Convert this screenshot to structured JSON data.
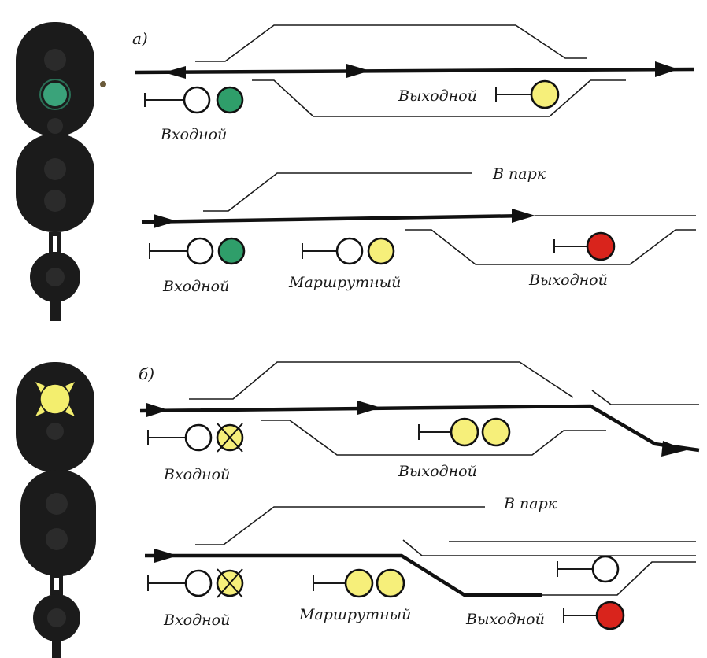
{
  "colors": {
    "green": "#2f9e6a",
    "yellow": "#f6ef7a",
    "red": "#d9241c",
    "signal_body": "#1b1b1b",
    "lens_dark": "#2b2b2b",
    "green_lens": "#3aa37a",
    "yellow_lens": "#f3ee6e"
  },
  "section_a": {
    "label": "а)",
    "diagram1": {
      "entry_label": "Входной",
      "exit_label": "Выходной",
      "entry_aspect": [
        "white-off",
        "green"
      ],
      "exit_aspect": [
        "yellow"
      ]
    },
    "diagram2": {
      "park_label": "В парк",
      "entry_label": "Входной",
      "route_label": "Маршрутный",
      "exit_label": "Выходной",
      "entry_aspect": [
        "white-off",
        "green"
      ],
      "route_aspect": [
        "white-off",
        "yellow"
      ],
      "exit_aspect": [
        "red"
      ]
    },
    "signal_head": {
      "upper_lights": [
        "dark",
        "green",
        "dark"
      ],
      "middle_lights": [
        "dark",
        "dark"
      ],
      "lower_lights": [
        "dark"
      ]
    }
  },
  "section_b": {
    "label": "б)",
    "diagram1": {
      "entry_label": "Входной",
      "exit_label": "Выходной",
      "entry_aspect": [
        "white-off",
        "yellow-flashing"
      ],
      "exit_aspect": [
        "yellow",
        "yellow"
      ]
    },
    "diagram2": {
      "park_label": "В парк",
      "entry_label": "Входной",
      "route_label": "Маршрутный",
      "exit_label": "Выходной",
      "entry_aspect": [
        "white-off",
        "yellow-flashing"
      ],
      "route_aspect": [
        "yellow",
        "yellow"
      ],
      "exit_aspect_1": [
        "white-off"
      ],
      "exit_aspect_2": [
        "red"
      ]
    },
    "signal_head": {
      "upper_lights": [
        "yellow-flashing",
        "dark"
      ],
      "middle_lights": [
        "dark",
        "dark"
      ],
      "lower_lights": [
        "dark"
      ]
    }
  }
}
